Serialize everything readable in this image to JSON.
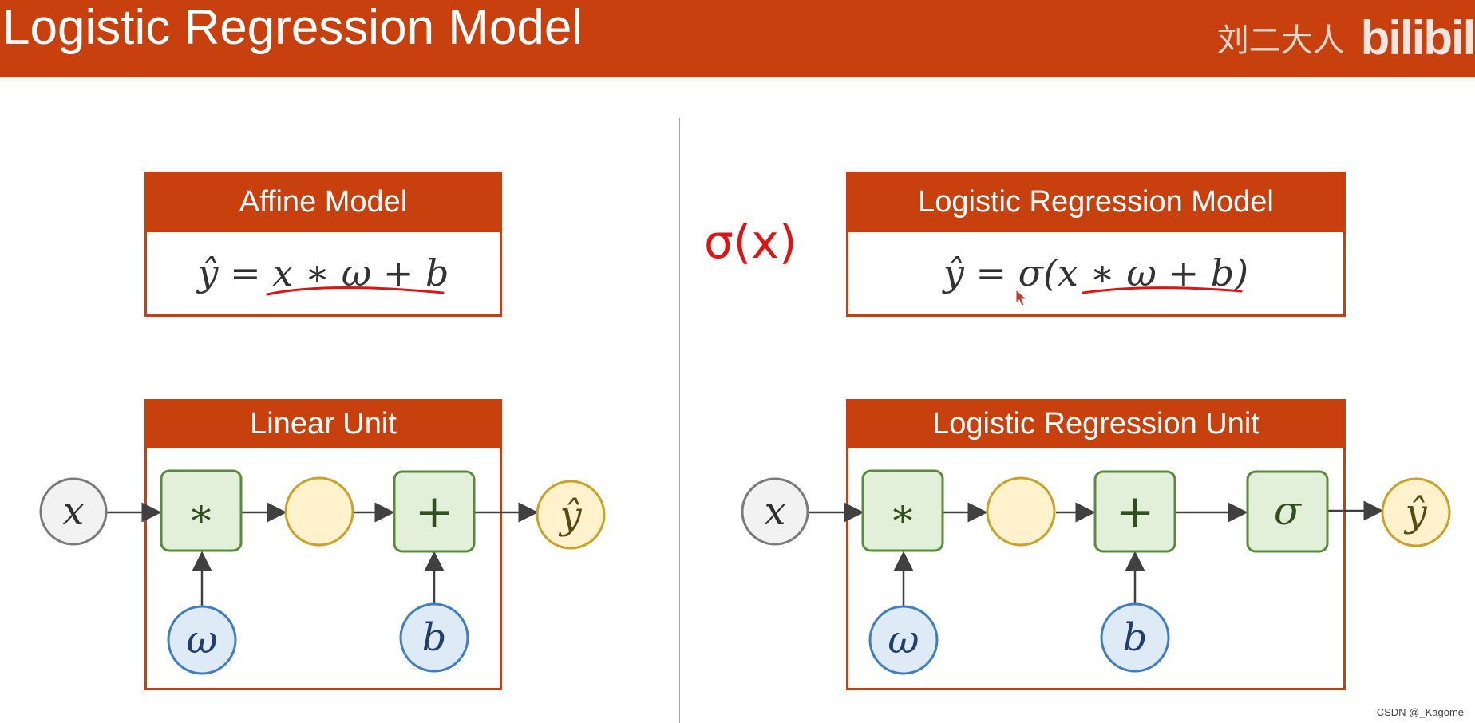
{
  "header": {
    "title": "Logistic Regression Model",
    "author": "刘二大人",
    "logo": "bilibili"
  },
  "left": {
    "model_title": "Affine Model",
    "model_formula": "ŷ = x ∗ ω + b",
    "unit_title": "Linear Unit",
    "nodes": {
      "input": "x",
      "mul": "∗",
      "add": "+",
      "weight": "ω",
      "bias": "b",
      "output": "ŷ"
    }
  },
  "right": {
    "model_title": "Logistic Regression Model",
    "model_formula": "ŷ = σ(x ∗ ω + b)",
    "unit_title": "Logistic Regression Unit",
    "handwritten_note": "σ(x)",
    "nodes": {
      "input": "x",
      "mul": "∗",
      "add": "+",
      "sigmoid": "σ",
      "weight": "ω",
      "bias": "b",
      "output": "ŷ"
    }
  },
  "colors": {
    "header": "#c9400f",
    "annotation": "#e01313",
    "input_fill": "#f2f2f2",
    "input_stroke": "#7a7a7a",
    "op_fill": "#e2efd9",
    "op_stroke": "#5a8a3c",
    "intermediate_fill": "#fff2cc",
    "intermediate_stroke": "#c9a227",
    "param_fill": "#deebf7",
    "param_stroke": "#3f7fbf"
  },
  "watermark": "CSDN @_Kagome"
}
